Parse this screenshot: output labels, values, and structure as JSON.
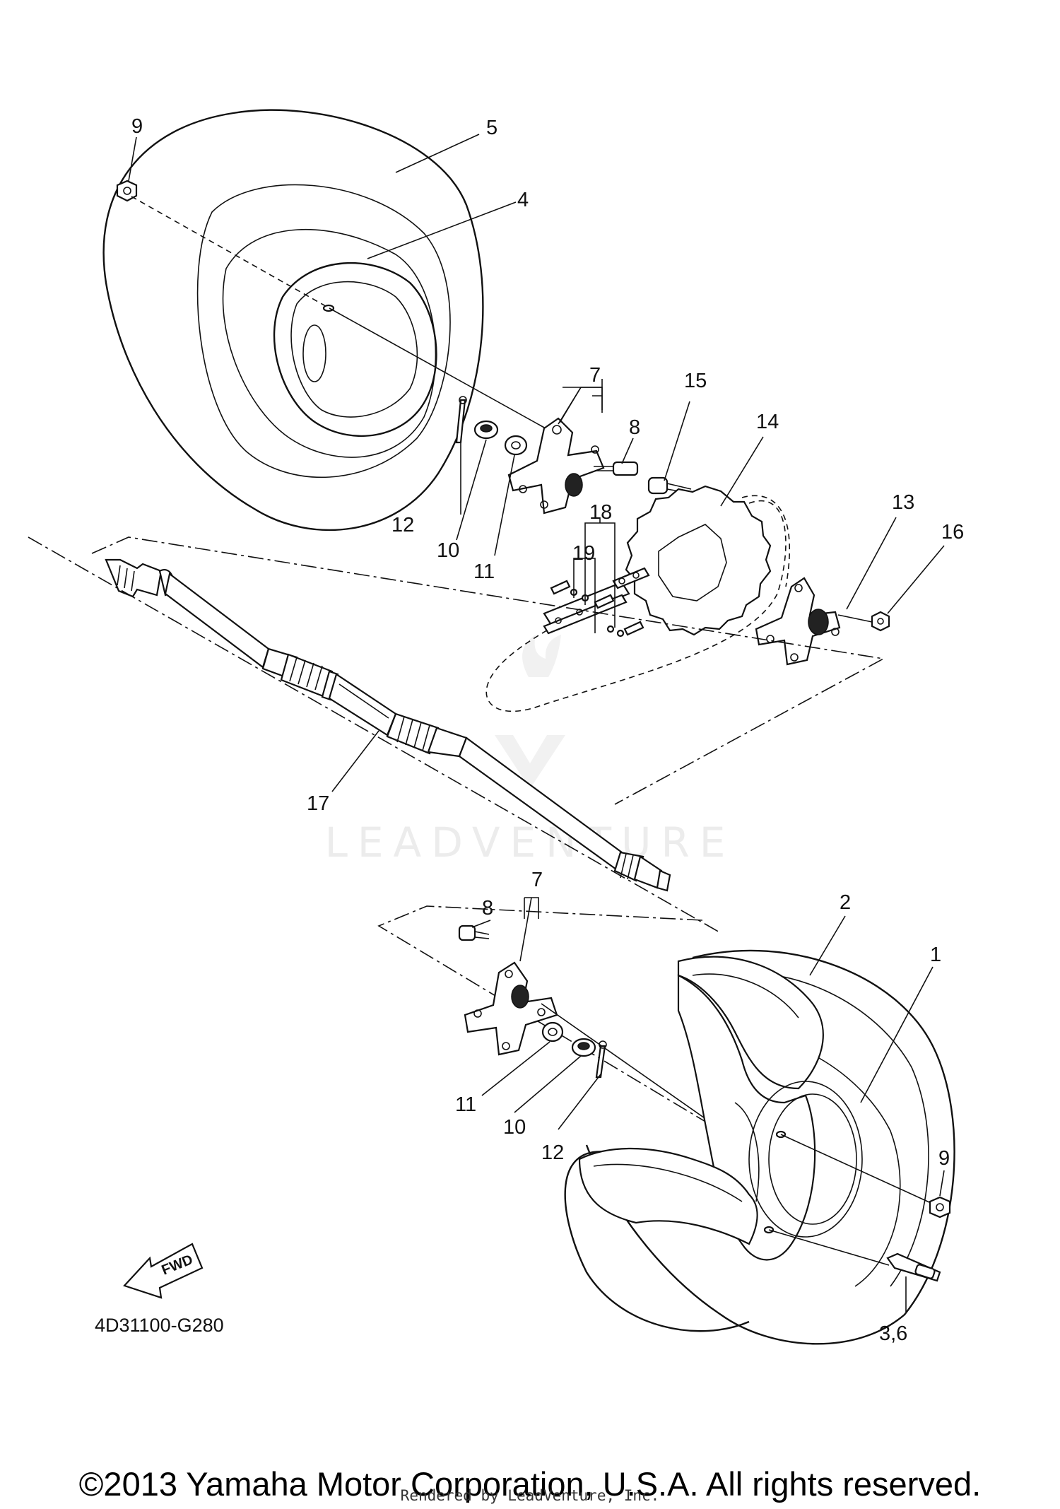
{
  "diagram": {
    "diagram_code": "4D31100-G280",
    "fwd_label": "FWD",
    "watermark": "LEADVENTURE",
    "labels": {
      "l9_top": "9",
      "l5": "5",
      "l4": "4",
      "l7_top": "7",
      "l8_top": "8",
      "l15": "15",
      "l14": "14",
      "l12_top": "12",
      "l10_top": "10",
      "l11_top": "11",
      "l18": "18",
      "l19": "19",
      "l13": "13",
      "l16": "16",
      "l17": "17",
      "l7_bot": "7",
      "l8_bot": "8",
      "l2": "2",
      "l1": "1",
      "l11_bot": "11",
      "l10_bot": "10",
      "l12_bot": "12",
      "l9_bot": "9",
      "l36": "3,6"
    }
  },
  "footer": {
    "copyright": "©2013 Yamaha Motor Corporation, U.S.A. All rights reserved.",
    "rendered_by": "Rendered by LeadVenture, Inc."
  }
}
